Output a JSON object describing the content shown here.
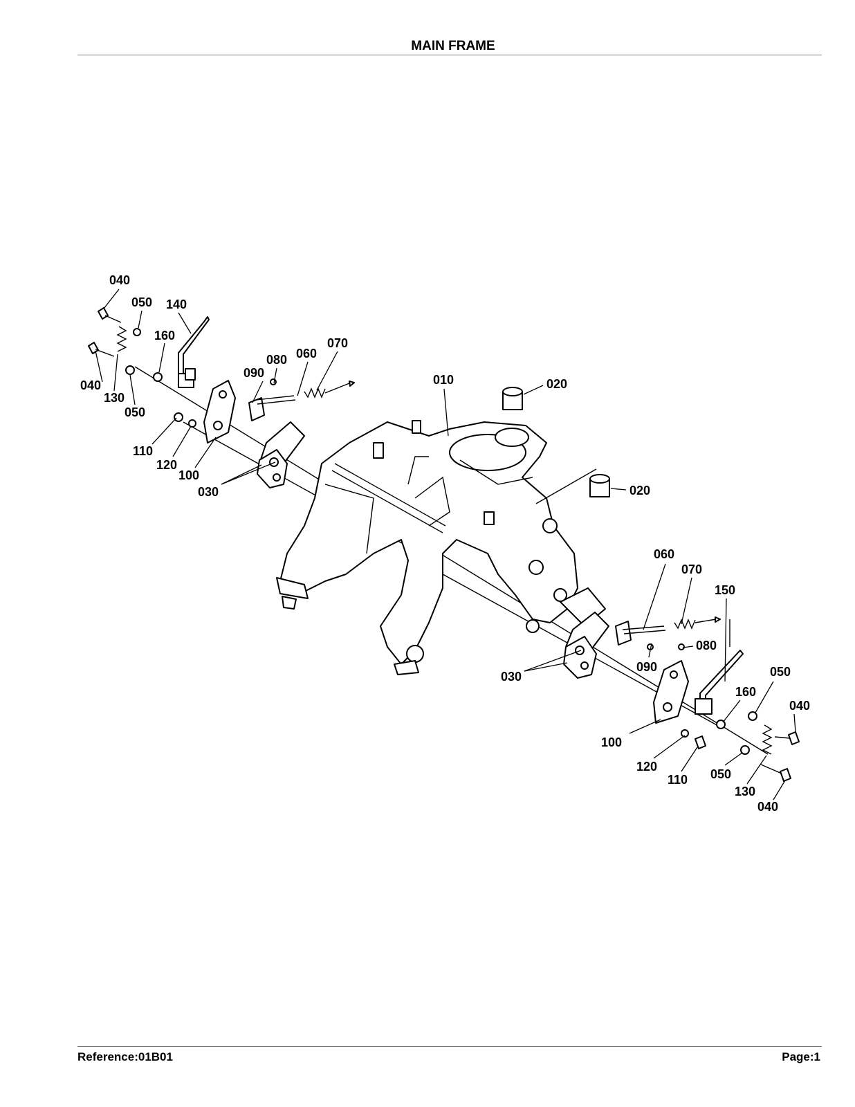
{
  "header": {
    "title": "MAIN FRAME"
  },
  "footer": {
    "reference": "Reference:01B01",
    "page": "Page:1"
  },
  "callouts": [
    {
      "id": "c1",
      "label": "040"
    },
    {
      "id": "c2",
      "label": "050"
    },
    {
      "id": "c3",
      "label": "140"
    },
    {
      "id": "c4",
      "label": "160"
    },
    {
      "id": "c5",
      "label": "040"
    },
    {
      "id": "c6",
      "label": "130"
    },
    {
      "id": "c7",
      "label": "050"
    },
    {
      "id": "c8",
      "label": "090"
    },
    {
      "id": "c9",
      "label": "080"
    },
    {
      "id": "c10",
      "label": "060"
    },
    {
      "id": "c11",
      "label": "070"
    },
    {
      "id": "c12",
      "label": "010"
    },
    {
      "id": "c13",
      "label": "020"
    },
    {
      "id": "c14",
      "label": "110"
    },
    {
      "id": "c15",
      "label": "120"
    },
    {
      "id": "c16",
      "label": "100"
    },
    {
      "id": "c17",
      "label": "030"
    },
    {
      "id": "c18",
      "label": "020"
    },
    {
      "id": "c19",
      "label": "060"
    },
    {
      "id": "c20",
      "label": "070"
    },
    {
      "id": "c21",
      "label": "150"
    },
    {
      "id": "c22",
      "label": "080"
    },
    {
      "id": "c23",
      "label": "090"
    },
    {
      "id": "c24",
      "label": "030"
    },
    {
      "id": "c25",
      "label": "050"
    },
    {
      "id": "c26",
      "label": "160"
    },
    {
      "id": "c27",
      "label": "040"
    },
    {
      "id": "c28",
      "label": "100"
    },
    {
      "id": "c29",
      "label": "120"
    },
    {
      "id": "c30",
      "label": "110"
    },
    {
      "id": "c31",
      "label": "050"
    },
    {
      "id": "c32",
      "label": "130"
    },
    {
      "id": "c33",
      "label": "040"
    }
  ]
}
